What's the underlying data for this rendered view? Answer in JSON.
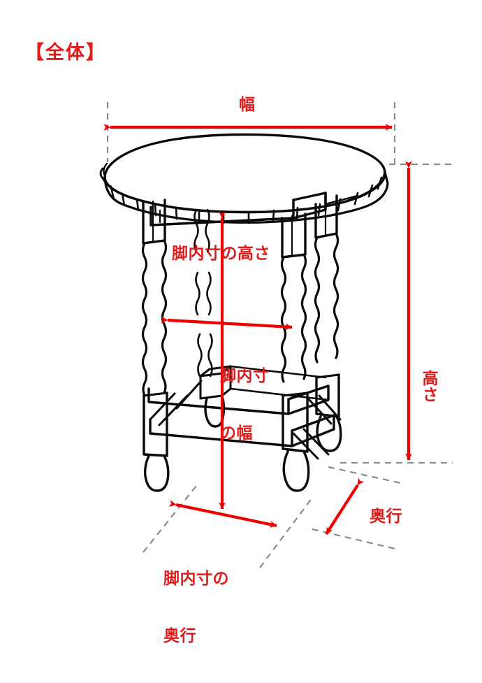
{
  "page": {
    "title": "【全体】",
    "background_color": "#ffffff",
    "accent_color": "#e01b1b",
    "line_color": "#000000",
    "guide_color": "#808080"
  },
  "product": {
    "name": "oval side table",
    "icon": "table-illustration",
    "description": "antique oval-top side table with bobbin-turned legs and lower stretcher"
  },
  "labels": {
    "title": "【全体】",
    "width": "幅",
    "height": "高さ",
    "depth": "奥行",
    "leg_inner_height": "脚内寸の高さ",
    "leg_inner_width_line1": "脚内寸",
    "leg_inner_width_line2": "の幅",
    "leg_inner_depth_line1": "脚内寸の",
    "leg_inner_depth_line2": "奥行"
  },
  "measurements": [
    {
      "id": "width",
      "label": "幅",
      "arrow": "double-horizontal",
      "position": "top"
    },
    {
      "id": "height",
      "label": "高さ",
      "arrow": "double-vertical",
      "position": "right"
    },
    {
      "id": "depth",
      "label": "奥行",
      "arrow": "double-diagonal",
      "position": "bottom-right"
    },
    {
      "id": "leg_inner_height",
      "label": "脚内寸の高さ",
      "arrow": "double-vertical",
      "position": "center"
    },
    {
      "id": "leg_inner_width",
      "label": "脚内寸の幅",
      "arrow": "double-horizontal",
      "position": "center"
    },
    {
      "id": "leg_inner_depth",
      "label": "脚内寸の奥行",
      "arrow": "double-diagonal",
      "position": "bottom-left"
    }
  ]
}
